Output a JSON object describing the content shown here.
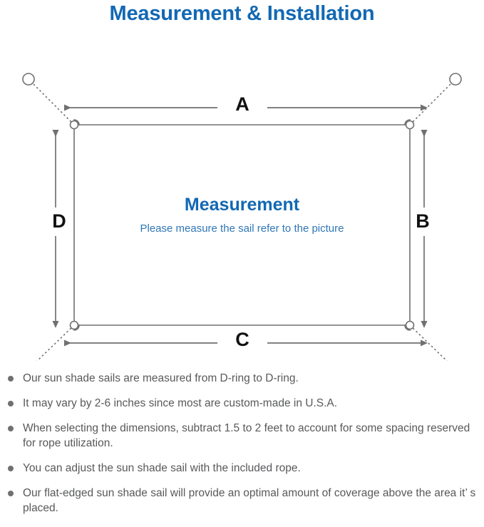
{
  "title": "Measurement & Installation",
  "diagram": {
    "center_heading": "Measurement",
    "center_subtext": "Please measure the sail refer to the picture",
    "dimension_labels": {
      "top": "A",
      "right": "B",
      "bottom": "C",
      "left": "D"
    },
    "colors": {
      "title_blue": "#1268b3",
      "sub_blue": "#2f76b5",
      "line_gray": "#6f7072",
      "label_black": "#111111",
      "bullet_gray": "#6f7072",
      "body_gray": "#58595b"
    },
    "icon_names": {
      "corner_ring": "d-ring-icon",
      "anchor_ring": "anchor-ring-icon",
      "rope": "rope-dotted-line",
      "dimension_arrow": "double-arrow-icon"
    }
  },
  "notes": [
    "Our sun shade sails are measured from D-ring to D-ring.",
    "It may vary by 2-6 inches since most are custom-made in U.S.A.",
    "When selecting the dimensions, subtract 1.5 to 2 feet to account for some spacing reserved for rope utilization.",
    "You can adjust the sun shade sail with the included rope.",
    "Our flat-edged sun shade sail will provide an optimal amount of coverage above the area it’ s placed."
  ]
}
